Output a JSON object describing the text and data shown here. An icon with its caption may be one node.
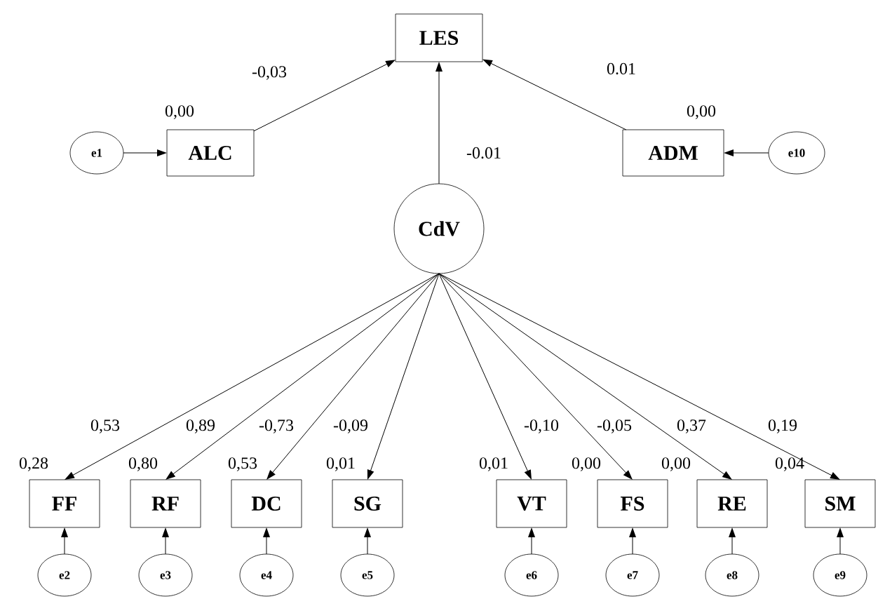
{
  "diagram": {
    "nodes": [
      {
        "text": [
          "LES"
        ]
      },
      {
        "text": [
          "e1"
        ]
      },
      {
        "text": [
          "ALC"
        ],
        "beside": [
          "0,00"
        ]
      },
      {
        "text": [
          "ADM"
        ],
        "beside": [
          "0,00"
        ]
      },
      {
        "text": [
          "e10"
        ]
      },
      {
        "text": [
          "CdV"
        ]
      },
      {
        "text": [
          "FF"
        ],
        "beside": [
          "0,28"
        ]
      },
      {
        "text": [
          "RF"
        ],
        "beside": [
          "0,80"
        ]
      },
      {
        "text": [
          "DC"
        ],
        "beside": [
          "0,53"
        ]
      },
      {
        "text": [
          "SG"
        ],
        "beside": [
          "0,01"
        ]
      },
      {
        "text": [
          "VT"
        ],
        "beside": [
          "0,01"
        ]
      },
      {
        "text": [
          "FS"
        ],
        "beside": [
          "0,00"
        ]
      },
      {
        "text": [
          "RE"
        ],
        "beside": [
          "0,00"
        ]
      },
      {
        "text": [
          "SM"
        ],
        "beside": [
          "0,04"
        ]
      },
      {
        "text": [
          "e2"
        ]
      },
      {
        "text": [
          "e3"
        ]
      },
      {
        "text": [
          "e4"
        ]
      },
      {
        "text": [
          "e5"
        ]
      },
      {
        "text": [
          "e6"
        ]
      },
      {
        "text": [
          "e7"
        ]
      },
      {
        "text": [
          "e8"
        ]
      },
      {
        "text": [
          "e9"
        ]
      }
    ],
    "edges": [
      {
        "from": 2,
        "to": 0,
        "arrow": "to",
        "label": "-0,03"
      },
      {
        "from": 3,
        "to": 0,
        "arrow": "to",
        "label": "0.01"
      },
      {
        "from": 5,
        "to": 0,
        "arrow": "to",
        "label": "-0.01"
      },
      {
        "from": 1,
        "to": 2,
        "arrow": "to"
      },
      {
        "from": 4,
        "to": 3,
        "arrow": "to"
      },
      {
        "from": 5,
        "to": 6,
        "arrow": "to",
        "label": "0,53"
      },
      {
        "from": 5,
        "to": 7,
        "arrow": "to",
        "label": "0,89"
      },
      {
        "from": 5,
        "to": 8,
        "arrow": "to",
        "label": "-0,73"
      },
      {
        "from": 5,
        "to": 9,
        "arrow": "to",
        "label": "-0,09"
      },
      {
        "from": 5,
        "to": 10,
        "arrow": "to",
        "label": "-0,10"
      },
      {
        "from": 5,
        "to": 11,
        "arrow": "to",
        "label": "-0,05"
      },
      {
        "from": 5,
        "to": 12,
        "arrow": "to",
        "label": "0,37"
      },
      {
        "from": 5,
        "to": 13,
        "arrow": "to",
        "label": "0,19"
      },
      {
        "from": 14,
        "to": 6,
        "arrow": "to"
      },
      {
        "from": 15,
        "to": 7,
        "arrow": "to"
      },
      {
        "from": 16,
        "to": 8,
        "arrow": "to"
      },
      {
        "from": 17,
        "to": 9,
        "arrow": "to"
      },
      {
        "from": 18,
        "to": 10,
        "arrow": "to"
      },
      {
        "from": 19,
        "to": 11,
        "arrow": "to"
      },
      {
        "from": 20,
        "to": 12,
        "arrow": "to"
      },
      {
        "from": 21,
        "to": 13,
        "arrow": "to"
      }
    ]
  }
}
